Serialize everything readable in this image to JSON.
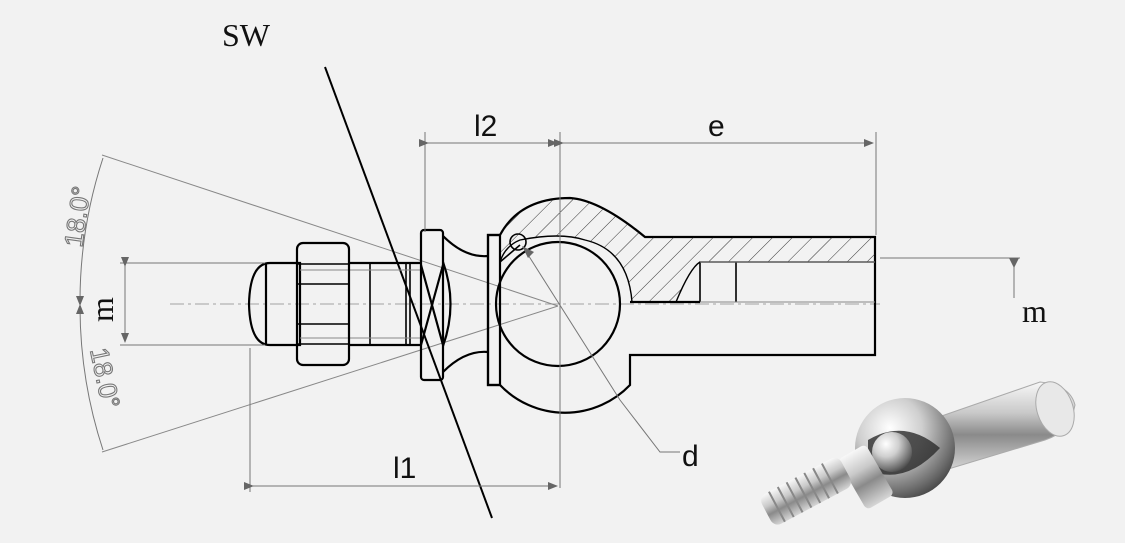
{
  "labels": {
    "sw": "SW",
    "l2": "l2",
    "e": "e",
    "m_left": "m",
    "m_right": "m",
    "d": "d",
    "l1": "l1",
    "angle_top": "18.0°",
    "angle_bottom": "18.0°"
  },
  "colors": {
    "background": "#f2f2f2",
    "line": "#000000",
    "dimension": "#777777"
  },
  "product_photo": {
    "icon": "ball-joint-photo-icon"
  }
}
